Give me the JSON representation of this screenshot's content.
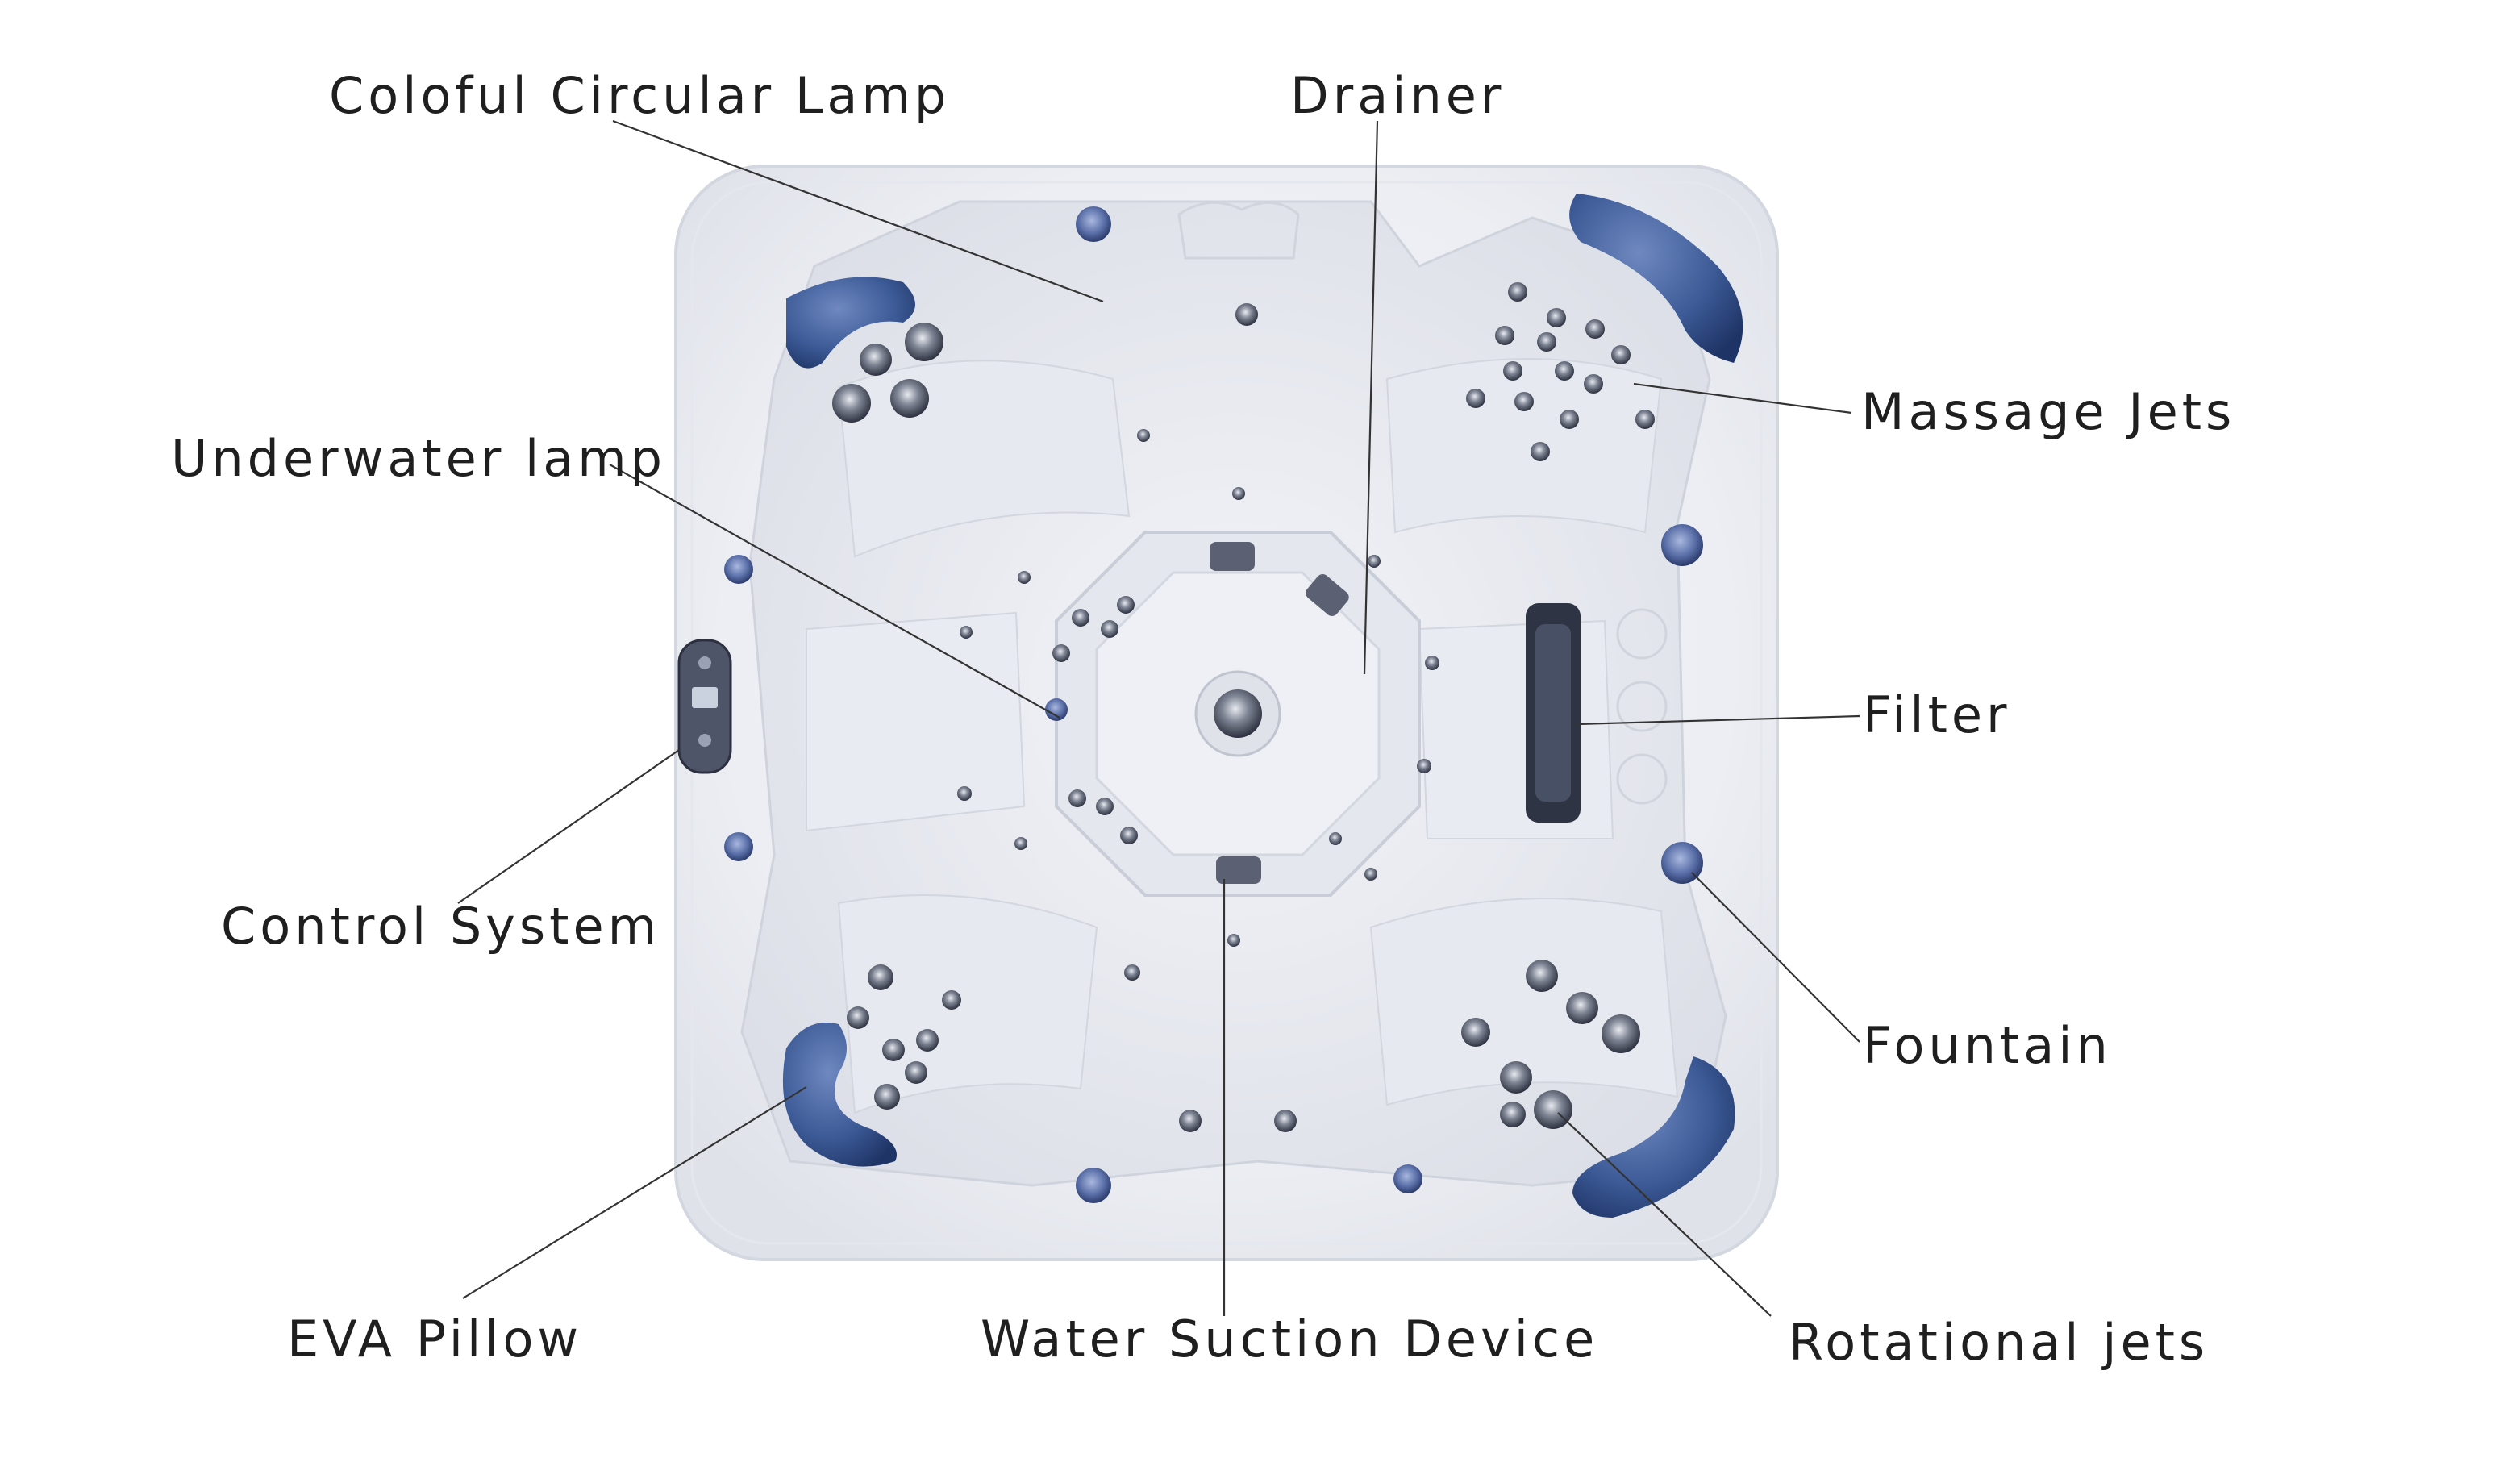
{
  "labels": {
    "lamp": "Coloful Circular Lamp",
    "drainer": "Drainer",
    "underwater": "Underwater lamp",
    "massage": "Massage Jets",
    "filter": "Filter",
    "control": "Control System",
    "fountain": "Fountain",
    "pillow": "EVA Pillow",
    "suction": "Water Suction Device",
    "rotational": "Rotational jets"
  },
  "colors": {
    "shell": "#eceef3",
    "shell_edge": "#d6d9e1",
    "pillow": "#3c5a96",
    "text": "#1f1f1f",
    "line": "#333333"
  }
}
